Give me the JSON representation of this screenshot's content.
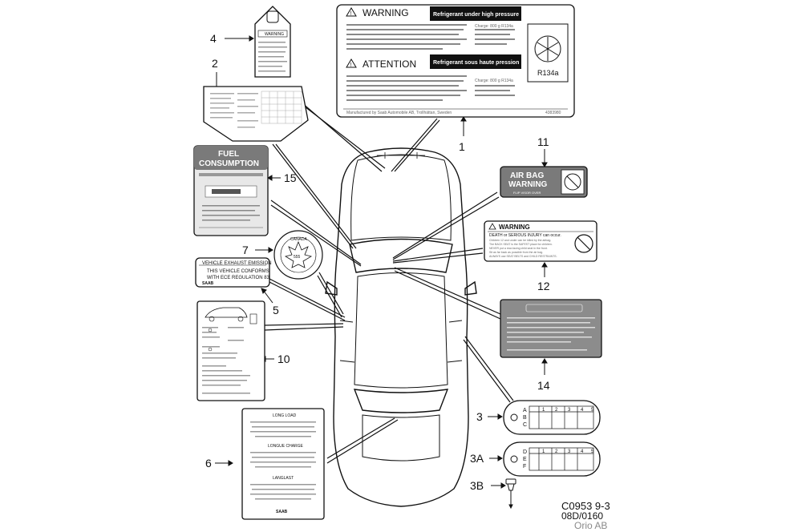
{
  "callouts": {
    "n1": "1",
    "n2": "2",
    "n3": "3",
    "n3a": "3A",
    "n3b": "3B",
    "n4": "4",
    "n5": "5",
    "n6": "6",
    "n7": "7",
    "n10": "10",
    "n11": "11",
    "n12": "12",
    "n14": "14",
    "n15": "15"
  },
  "label1": {
    "warning_title": "WARNING",
    "warning_sub": "Refrigerant under high pressure",
    "attention_title": "ATTENTION",
    "attention_sub": "Refrigerant sous haute pression",
    "refrigerant": "R134a",
    "charge_en": "Charge: 800 g R134a",
    "charge_fr": "Charge: 800 g R134a",
    "footer": "Manufactured by Saab Automobile AB, Trollhättan, Sweden",
    "part_no": "4383980"
  },
  "label4": {
    "title": "WARNING"
  },
  "label15": {
    "title_line1": "FUEL",
    "title_line2": "CONSUMPTION"
  },
  "label5": {
    "line1": "VEHICLE EXHAUST EMISSION",
    "line2": "THIS VEHICLE CONFORMS",
    "line3": "WITH ECE REGULATION 83",
    "brand": "SAAB"
  },
  "label7": {
    "ring_text": "CANADA",
    "center": "555"
  },
  "label6": {
    "sec1": "LONG LOAD",
    "sec2": "LONGUE CHARGE",
    "sec3": "LANGLAST",
    "brand": "SAAB"
  },
  "label11": {
    "line1": "AIR BAG",
    "line2": "WARNING",
    "line3": "FLIP VISOR OVER"
  },
  "label12": {
    "title": "WARNING",
    "line1": "DEATH or SERIOUS INJURY can occur.",
    "line2": "Children 12 and under can be killed by the airbag.",
    "line3": "The BACK SEAT is the SAFEST place for children.",
    "line4": "NEVER put a rear-facing child seat in the front.",
    "line5": "Sit as far back as possible from the air bag.",
    "line6": "ALWAYS use SEAT BELTS and CHILD RESTRAINTS."
  },
  "plate3": {
    "rows": [
      "A",
      "B",
      "C"
    ],
    "cols": [
      "1",
      "2",
      "3",
      "4",
      "5"
    ]
  },
  "plate3a": {
    "rows": [
      "D",
      "E",
      "F"
    ],
    "cols": [
      "1",
      "2",
      "3",
      "4",
      "5"
    ]
  },
  "reference": {
    "code": "C0953 9-3",
    "date": "08D/0160",
    "company": "Orio AB"
  },
  "colors": {
    "ink": "#111111",
    "dark_label": "#7a7a7a",
    "grey_label": "#8c8c8c",
    "company": "#8a8a8a"
  }
}
